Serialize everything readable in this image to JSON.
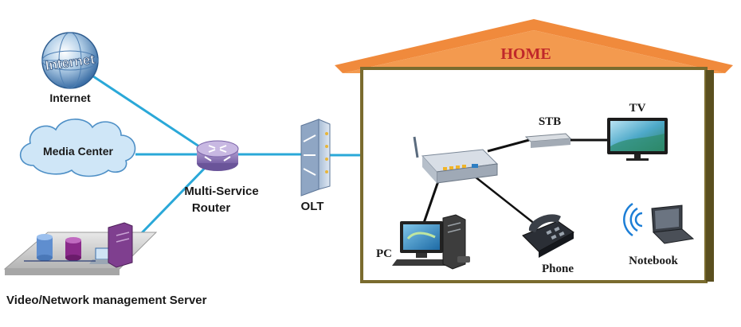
{
  "labels": {
    "internet": "Internet",
    "internet_globe_text": "Internet",
    "media_center": "Media Center",
    "router_line1": "Multi-Service",
    "router_line2": "Router",
    "olt": "OLT",
    "server": "Video/Network management Server",
    "home": "HOME",
    "stb": "STB",
    "tv": "TV",
    "pc": "PC",
    "phone": "Phone",
    "notebook": "Notebook"
  },
  "colors": {
    "fiber_link": "#2aa8d8",
    "copper_link": "#111111",
    "roof": "#f08a3c",
    "home_title": "#c0282a",
    "house_wall": "#7a6b2e",
    "cloud": "#cfe6f7",
    "cloud_stroke": "#4d8fc6"
  }
}
